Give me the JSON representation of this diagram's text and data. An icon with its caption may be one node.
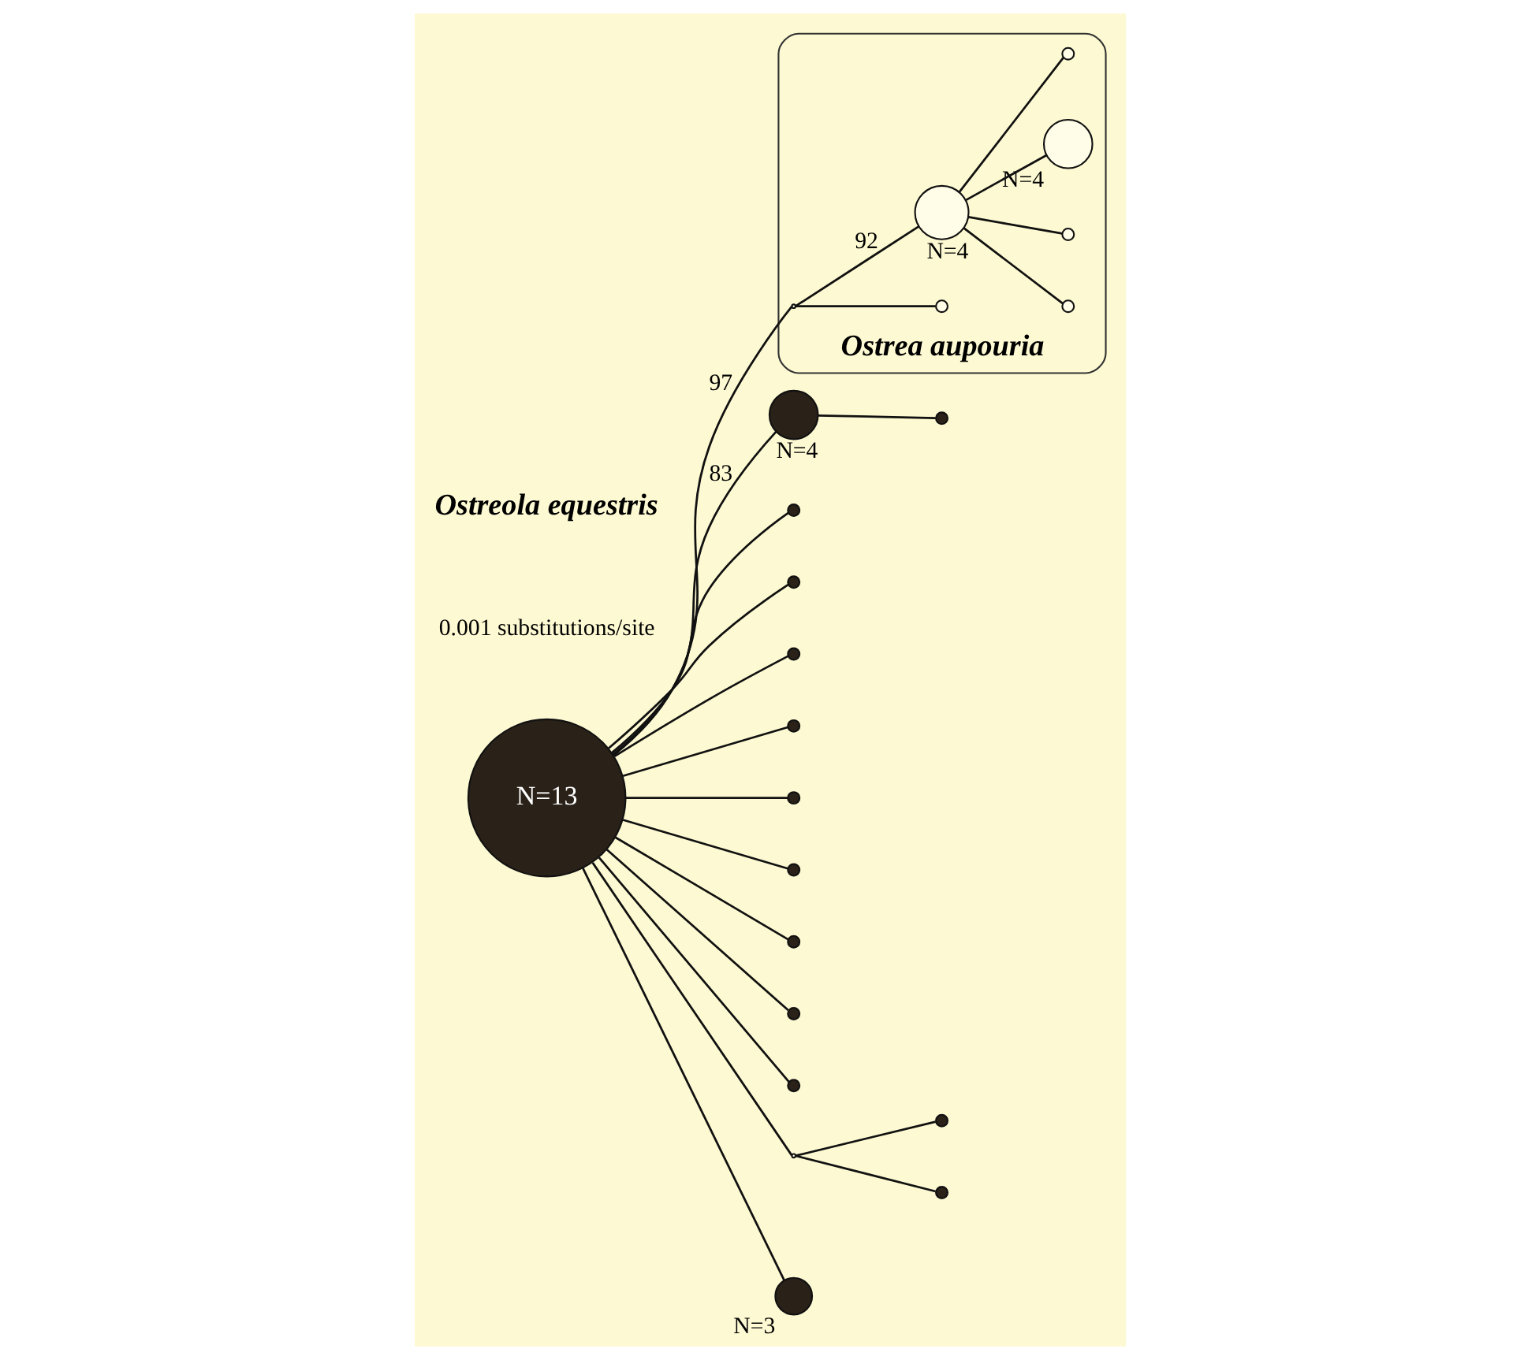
{
  "diagram": {
    "nodes": [
      {
        "text": [
          "Ostrea aupouria"
        ]
      },
      {
        "text": [],
        "shape": "point",
        "in": 0
      },
      {
        "text": [],
        "shape": "circle",
        "in": 0
      },
      {
        "text": [],
        "shape": "circle",
        "in": 0,
        "beside": [
          "N=4"
        ]
      },
      {
        "text": [],
        "shape": "circle",
        "in": 0
      },
      {
        "text": [],
        "shape": "circle",
        "in": 0
      },
      {
        "text": [],
        "shape": "circle",
        "in": 0,
        "beside": [
          "N=4"
        ]
      },
      {
        "text": [],
        "shape": "circle",
        "in": 0
      },
      {
        "text": [
          "N=13"
        ]
      },
      {
        "text": [],
        "shape": "circle",
        "beside": [
          "N=4"
        ]
      },
      {
        "text": [],
        "shape": "circle"
      },
      {
        "text": [],
        "shape": "circle"
      },
      {
        "text": [],
        "shape": "circle"
      },
      {
        "text": [],
        "shape": "circle"
      },
      {
        "text": [],
        "shape": "circle"
      },
      {
        "text": [],
        "shape": "circle"
      },
      {
        "text": [],
        "shape": "circle"
      },
      {
        "text": [],
        "shape": "circle"
      },
      {
        "text": [],
        "shape": "circle"
      },
      {
        "text": [],
        "shape": "circle"
      },
      {
        "text": [],
        "shape": "circle",
        "beside": [
          "N=3"
        ]
      },
      {
        "text": [],
        "shape": "point"
      },
      {
        "text": [],
        "shape": "circle"
      },
      {
        "text": [],
        "shape": "circle"
      }
    ],
    "edges": [
      {
        "from": 1,
        "to": 2,
        "arrow": "none"
      },
      {
        "from": 1,
        "to": 3,
        "arrow": "none",
        "label": "92"
      },
      {
        "from": 3,
        "to": 4,
        "arrow": "none"
      },
      {
        "from": 3,
        "to": 5,
        "arrow": "none"
      },
      {
        "from": 3,
        "to": 6,
        "arrow": "none"
      },
      {
        "from": 3,
        "to": 7,
        "arrow": "none"
      },
      {
        "from": 8,
        "to": 1,
        "arrow": "none",
        "label": "97"
      },
      {
        "from": 8,
        "to": 9,
        "arrow": "none",
        "label": "83"
      },
      {
        "from": 9,
        "to": 10,
        "arrow": "none"
      },
      {
        "from": 8,
        "to": 11,
        "arrow": "none"
      },
      {
        "from": 8,
        "to": 12,
        "arrow": "none"
      },
      {
        "from": 8,
        "to": 13,
        "arrow": "none"
      },
      {
        "from": 8,
        "to": 14,
        "arrow": "none"
      },
      {
        "from": 8,
        "to": 15,
        "arrow": "none"
      },
      {
        "from": 8,
        "to": 16,
        "arrow": "none"
      },
      {
        "from": 8,
        "to": 17,
        "arrow": "none"
      },
      {
        "from": 8,
        "to": 18,
        "arrow": "none"
      },
      {
        "from": 8,
        "to": 19,
        "arrow": "none"
      },
      {
        "from": 8,
        "to": 20,
        "arrow": "none"
      },
      {
        "from": 8,
        "to": 21,
        "arrow": "none"
      },
      {
        "from": 21,
        "to": 22,
        "arrow": "none"
      },
      {
        "from": 21,
        "to": 23,
        "arrow": "none"
      }
    ],
    "labels": [
      "0.001 substitutions/site",
      "Ostreola equestris"
    ]
  }
}
